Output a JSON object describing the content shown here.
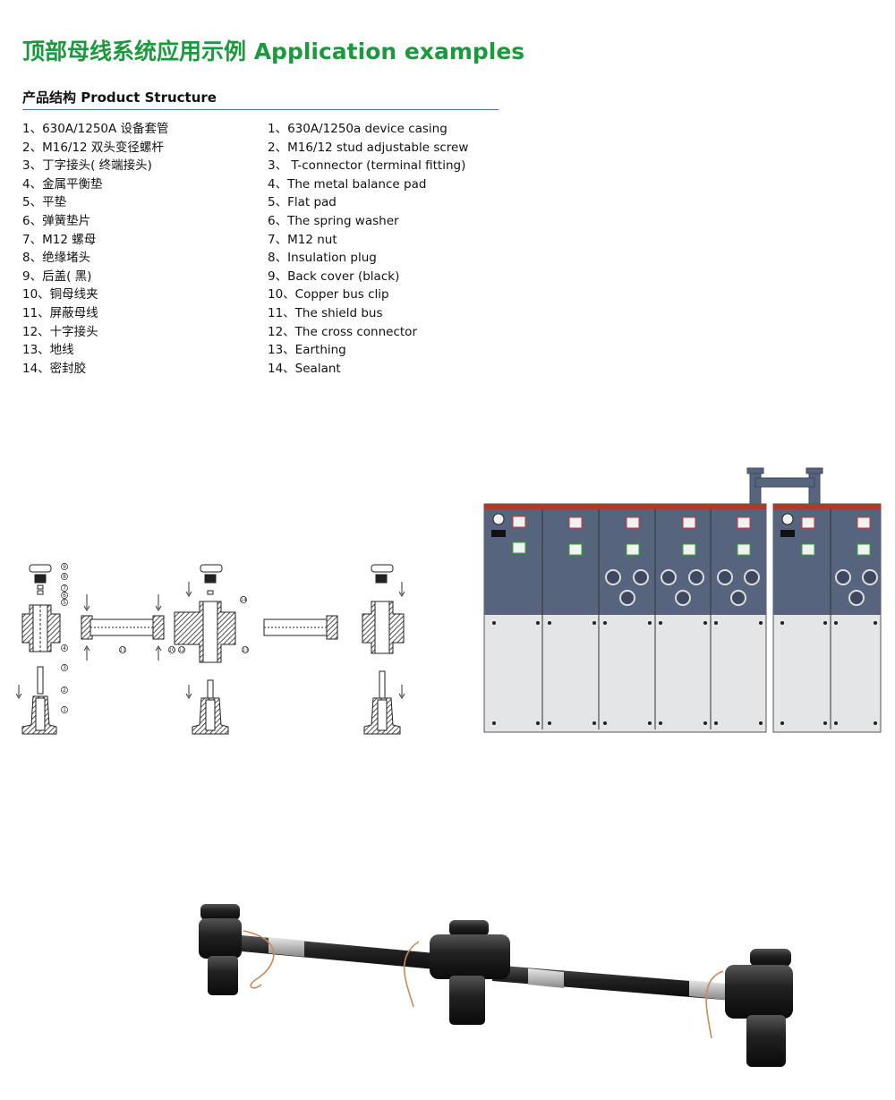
{
  "header": {
    "title": "顶部母线系统应用示例 Application examples",
    "subtitle": "产品结构 Product Structure"
  },
  "parts_cn": [
    "1、630A/1250A 设备套管",
    "2、M16/12 双头变径螺杆",
    "3、丁字接头( 终端接头)",
    "4、金属平衡垫",
    "5、平垫",
    "6、弹簧垫片",
    "7、M12 螺母",
    "8、绝缘堵头",
    "9、后盖( 黑)",
    "10、铜母线夹",
    "11、屏蔽母线",
    "12、十字接头",
    "13、地线",
    "14、密封胶"
  ],
  "parts_en": [
    "1、630A/1250a device casing",
    "2、M16/12 stud adjustable screw",
    "3、 T-connector (terminal fitting)",
    "4、The metal balance pad",
    "5、Flat pad",
    "6、The spring washer",
    "7、M12 nut",
    "8、Insulation plug",
    "9、Back cover (black)",
    "10、Copper bus clip",
    "11、The shield bus",
    "12、The cross connector",
    "13、Earthing",
    "14、Sealant"
  ],
  "diagram": {
    "callouts": [
      "9",
      "8",
      "7",
      "6",
      "5",
      "4",
      "3",
      "2",
      "1",
      "11",
      "10",
      "12",
      "14",
      "13"
    ]
  },
  "colors": {
    "title_green": "#1a9a3c",
    "rule_blue": "#4a6fb5",
    "panel_blue": "#57647e",
    "panel_gray": "#dfe0e2",
    "roof_red": "#b0392c"
  }
}
